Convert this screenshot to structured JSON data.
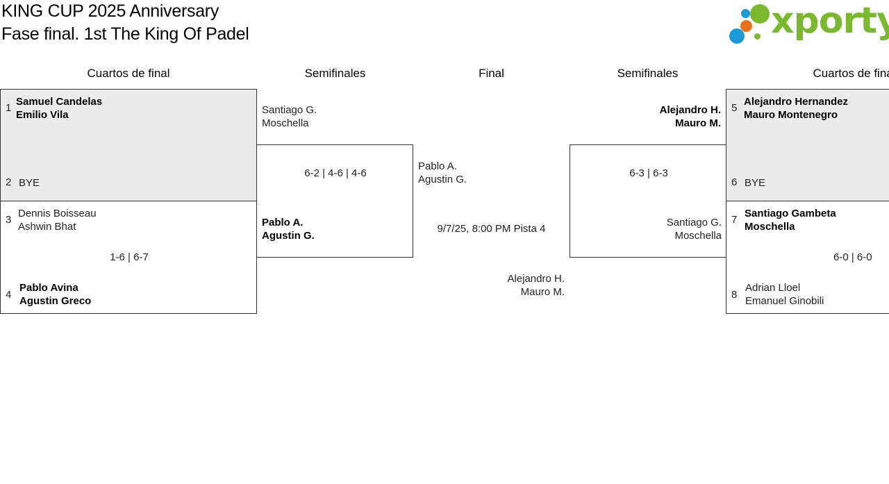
{
  "header": {
    "title_line1": "KING CUP 2025 Anniversary",
    "title_line2": "Fase final. 1st The King Of Padel",
    "logo_text": "xporty",
    "logo_colors": [
      "#1a9ad6",
      "#7cb82f",
      "#e8711c"
    ]
  },
  "columns": {
    "left_qf": "Cuartos de final",
    "left_sf": "Semifinales",
    "final": "Final",
    "right_sf": "Semifinales",
    "right_qf": "Cuartos de final"
  },
  "qf_left_top": {
    "seed_a": "1",
    "team_a": [
      "Samuel Candelas",
      "Emilio Vila"
    ],
    "seed_b": "2",
    "team_b": [
      "BYE"
    ]
  },
  "qf_left_bottom": {
    "seed_a": "3",
    "team_a": [
      "Dennis Boisseau",
      "Ashwin Bhat"
    ],
    "score": "1-6 | 6-7",
    "seed_b": "4",
    "team_b": [
      "Pablo Avina",
      "Agustin Greco"
    ]
  },
  "sf_left": {
    "team_a": [
      "Santiago G.",
      "Moschella"
    ],
    "score": "6-2 | 4-6 | 4-6",
    "team_b": [
      "Pablo A.",
      "Agustin G."
    ]
  },
  "final": {
    "team_a": [
      "Pablo A.",
      "Agustin G."
    ],
    "schedule": "9/7/25, 8:00 PM Pista 4",
    "team_b": [
      "Alejandro H.",
      "Mauro M."
    ]
  },
  "sf_right": {
    "team_a": [
      "Alejandro H.",
      "Mauro M."
    ],
    "score": "6-3 | 6-3",
    "team_b": [
      "Santiago G.",
      "Moschella"
    ]
  },
  "qf_right_top": {
    "seed_a": "5",
    "team_a": [
      "Alejandro Hernandez",
      "Mauro Montenegro"
    ],
    "seed_b": "6",
    "team_b": [
      "BYE"
    ]
  },
  "qf_right_bottom": {
    "seed_a": "7",
    "team_a": [
      "Santiago Gambeta",
      "Moschella"
    ],
    "score": "6-0 | 6-0",
    "seed_b": "8",
    "team_b": [
      "Adrian Lloel",
      "Emanuel Ginobili"
    ]
  }
}
